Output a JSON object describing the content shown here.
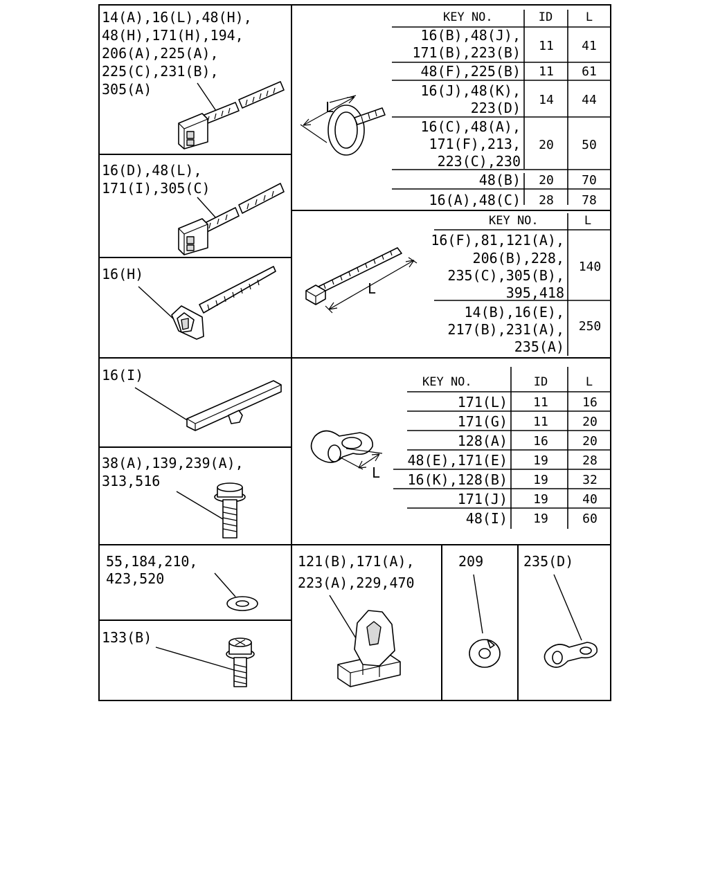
{
  "colors": {
    "ink": "#000000",
    "paper": "#ffffff"
  },
  "panels": {
    "tie_square_head": [
      "14(A),16(L),48(H),",
      "48(H),171(H),194,",
      "206(A),225(A),",
      "225(C),231(B),",
      "305(A)"
    ],
    "tie_square_head_2": [
      "16(D),48(L),",
      "171(I),305(C)"
    ],
    "tie_push_mount": [
      "16(H)"
    ],
    "flat_strip_clip": [
      "16(I)"
    ],
    "flange_bolt": [
      "38(A),139,239(A),",
      "313,516"
    ],
    "washer": [
      "55,184,210,",
      "423,520"
    ],
    "cross_bolt": [
      "133(B)"
    ],
    "retainer_clip": [
      "121(B),171(A),",
      "223(A),229,470"
    ],
    "spring_washer": [
      "209"
    ],
    "p_clamp": [
      "235(D)"
    ]
  },
  "band_clamp_table": {
    "headers": {
      "key": "KEY NO.",
      "id": "ID",
      "l": "L"
    },
    "dimension_label": "L",
    "rows": [
      {
        "key": [
          "16(B),48(J),",
          "171(B),223(B)"
        ],
        "id": "11",
        "l": "41"
      },
      {
        "key": [
          "48(F),225(B)"
        ],
        "id": "11",
        "l": "61"
      },
      {
        "key": [
          "16(J),48(K),",
          "223(D)"
        ],
        "id": "14",
        "l": "44"
      },
      {
        "key": [
          "16(C),48(A),",
          "171(F),213,",
          "223(C),230"
        ],
        "id": "20",
        "l": "50"
      },
      {
        "key": [
          "48(B)"
        ],
        "id": "20",
        "l": "70"
      },
      {
        "key": [
          "16(A),48(C)"
        ],
        "id": "28",
        "l": "78"
      }
    ]
  },
  "cable_tie_table": {
    "headers": {
      "key": "KEY NO.",
      "l": "L"
    },
    "dimension_label": "L",
    "rows": [
      {
        "key": [
          "16(F),81,121(A),",
          "206(B),228,",
          "235(C),305(B),",
          "395,418"
        ],
        "l": "140"
      },
      {
        "key": [
          "14(B),16(E),",
          "217(B),231(A),",
          "235(A)"
        ],
        "l": "250"
      }
    ]
  },
  "tube_clip_table": {
    "headers": {
      "key": "KEY NO.",
      "id": "ID",
      "l": "L"
    },
    "dimension_label": "L",
    "rows": [
      {
        "key": [
          "171(L)"
        ],
        "id": "11",
        "l": "16"
      },
      {
        "key": [
          "171(G)"
        ],
        "id": "11",
        "l": "20"
      },
      {
        "key": [
          "128(A)"
        ],
        "id": "16",
        "l": "20"
      },
      {
        "key": [
          "48(E),171(E)"
        ],
        "id": "19",
        "l": "28"
      },
      {
        "key": [
          "16(K),128(B)"
        ],
        "id": "19",
        "l": "32"
      },
      {
        "key": [
          "171(J)"
        ],
        "id": "19",
        "l": "40"
      },
      {
        "key": [
          "48(I)"
        ],
        "id": "19",
        "l": "60"
      }
    ]
  }
}
